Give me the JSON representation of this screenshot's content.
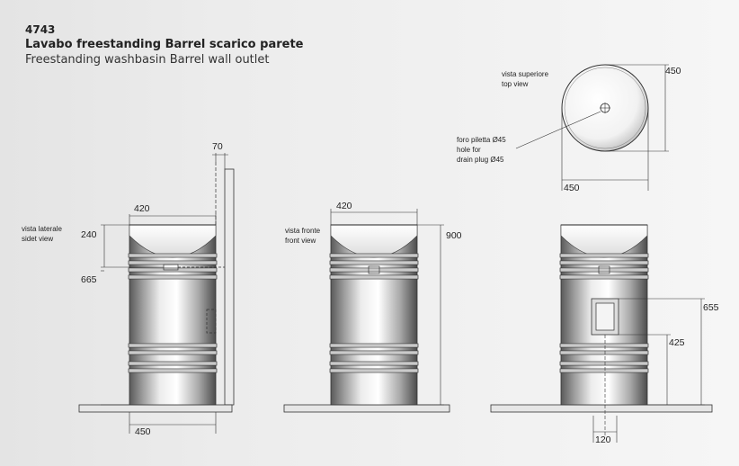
{
  "header": {
    "code": "4743",
    "title_it": "Lavabo freestanding Barrel scarico parete",
    "title_en": "Freestanding washbasin Barrel wall outlet"
  },
  "side_view": {
    "label_line1": "vista laterale",
    "label_line2": "sidet view",
    "dim_top": "70",
    "dim_width": "420",
    "dim_basin_depth": "240",
    "dim_outlet_height": "665",
    "dim_base": "450"
  },
  "front_view": {
    "label_line1": "vista fronte",
    "label_line2": "front view",
    "dim_width": "420",
    "dim_height": "900"
  },
  "top_view": {
    "label_line1": "vista superiore",
    "label_line2": "top view",
    "dim_depth": "450",
    "dim_width": "450",
    "note_line1": "foro piletta Ø45",
    "note_line2": "hole for",
    "note_line3": "drain plug  Ø45"
  },
  "back_view": {
    "dim_655": "655",
    "dim_425": "425",
    "dim_120": "120"
  }
}
